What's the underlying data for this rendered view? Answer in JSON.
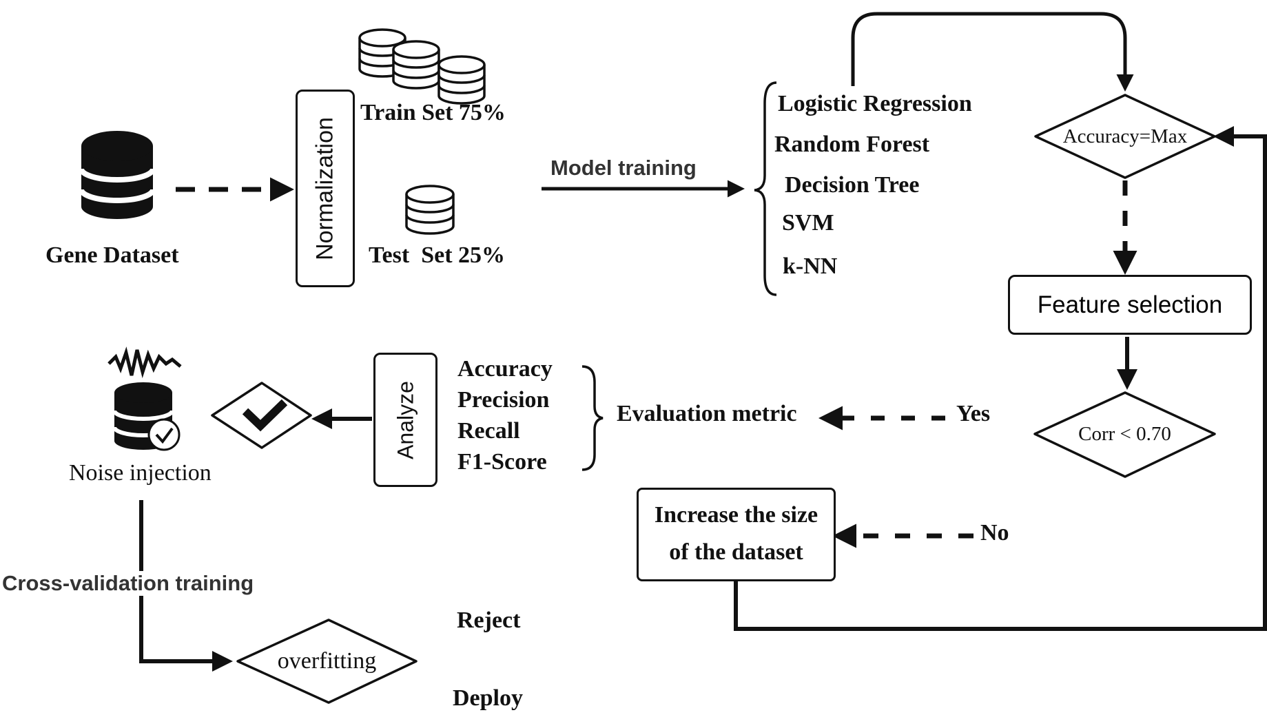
{
  "colors": {
    "ink": "#111111",
    "background": "#ffffff"
  },
  "dataset": {
    "label": "Gene Dataset",
    "icon": "database-icon"
  },
  "normalization": {
    "label": "Normalization"
  },
  "split": {
    "train_label": "Train Set 75%",
    "test_label": "Test  Set 25%",
    "icon": "database-stack-icon"
  },
  "model_training": {
    "label": "Model training"
  },
  "models": [
    "Logistic Regression",
    "Random Forest",
    "Decision Tree",
    "SVM",
    "k-NN"
  ],
  "accuracy_decision": {
    "label": "Accuracy=Max"
  },
  "feature_selection": {
    "label": "Feature selection"
  },
  "corr_decision": {
    "label": "Corr < 0.70",
    "yes_label": "Yes",
    "no_label": "No"
  },
  "increase_box": {
    "line1": "Increase the size",
    "line2": "of the dataset"
  },
  "evaluation": {
    "label": "Evaluation metric",
    "metrics": [
      "Accuracy",
      "Precision",
      "Recall",
      "F1-Score"
    ]
  },
  "analyze": {
    "label": "Analyze"
  },
  "noise": {
    "label": "Noise injection",
    "icon": "noisy-database-icon"
  },
  "check_icon": "checkmark-diamond-icon",
  "cross_validation": {
    "label": "Cross-validation training"
  },
  "overfitting": {
    "label": "overfitting",
    "reject_label": "Reject",
    "deploy_label": "Deploy"
  }
}
